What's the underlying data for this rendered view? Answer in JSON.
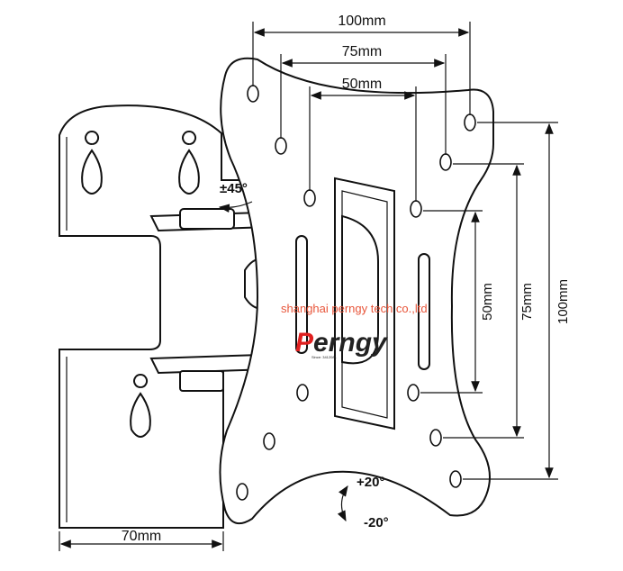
{
  "dimensions": {
    "top_100": "100mm",
    "top_75": "75mm",
    "top_50": "50mm",
    "right_50": "50mm",
    "right_75": "75mm",
    "right_100": "100mm",
    "bottom_70": "70mm"
  },
  "angles": {
    "swivel": "±45°",
    "tilt_up": "+20°",
    "tilt_down": "-20°"
  },
  "watermark": "shanghai perngy tech co.,ltd",
  "logo": {
    "first_letter": "P",
    "rest": "erngy",
    "small_text": "Since: 3412081",
    "first_color": "#e02020",
    "rest_color": "#222222"
  }
}
